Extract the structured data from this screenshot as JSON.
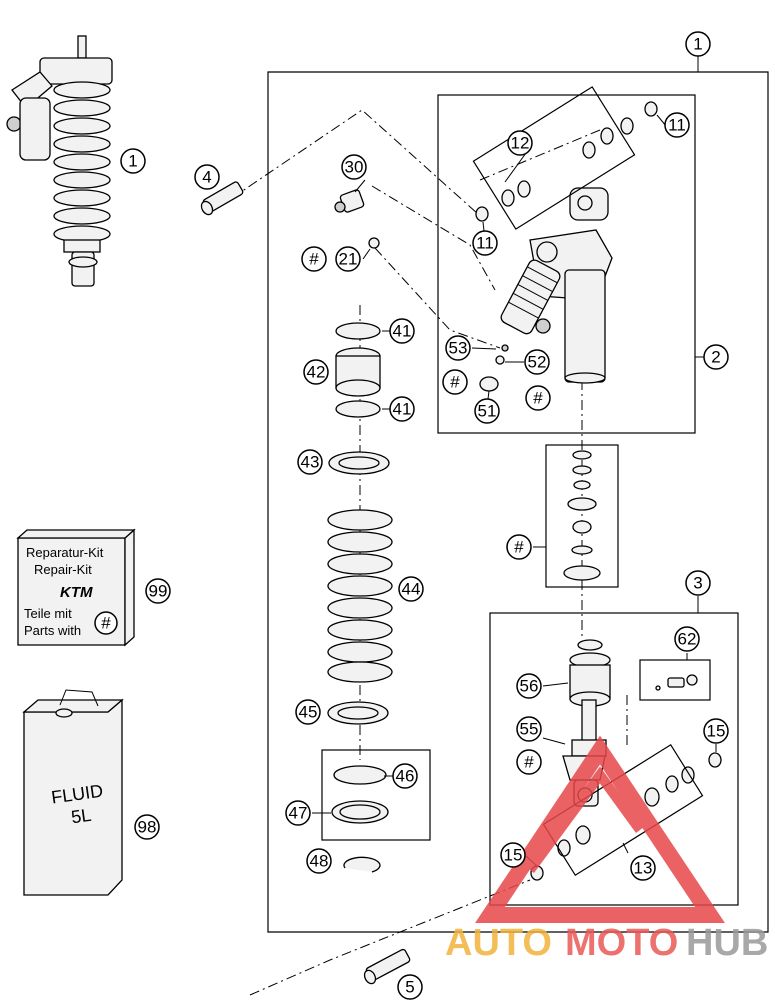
{
  "callouts": {
    "c1_top": "1",
    "c1_left": "1",
    "c2": "2",
    "c3": "3",
    "c4": "4",
    "c5": "5",
    "c11_a": "11",
    "c11_b": "11",
    "c12": "12",
    "c13": "13",
    "c15_a": "15",
    "c15_b": "15",
    "c21": "21",
    "c30": "30",
    "c41_a": "41",
    "c41_b": "41",
    "c42": "42",
    "c43": "43",
    "c44": "44",
    "c45": "45",
    "c46": "46",
    "c47": "47",
    "c48": "48",
    "c51": "51",
    "c52": "52",
    "c53": "53",
    "c55": "55",
    "c56": "56",
    "c62": "62",
    "c98": "98",
    "c99": "99",
    "hash_21": "#",
    "hash_51": "#",
    "hash_52": "#",
    "hash_kit_mid": "#",
    "hash_55": "#",
    "hash_kit_box": "#"
  },
  "repair_kit": {
    "line1": "Reparatur-Kit",
    "line2": "Repair-Kit",
    "logo": "KTM",
    "line3": "Teile mit",
    "line4": "Parts with"
  },
  "fluid_can": {
    "line1": "FLUID",
    "line2": "5L"
  },
  "watermark": {
    "part1": "AUTO",
    "part2": "MOTO",
    "part3": "HUB",
    "colors": {
      "auto": "#f2b23a",
      "moto": "#e85a55",
      "hub": "#9a9a9a",
      "triangle": "#e8474a"
    }
  }
}
